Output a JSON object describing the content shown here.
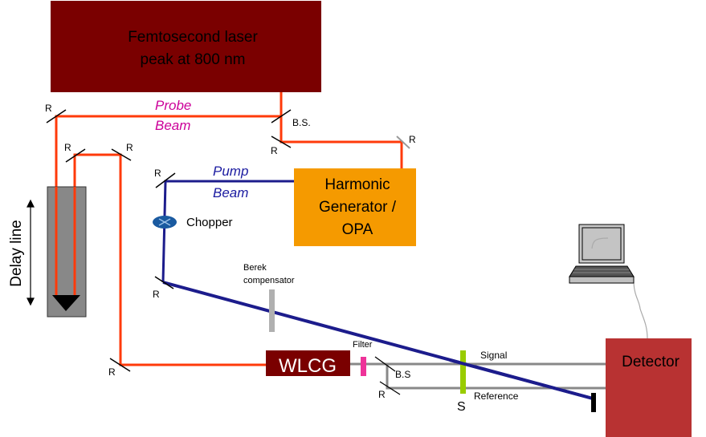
{
  "colors": {
    "laser_box": "#7a0000",
    "probe_beam": "#ff3a0a",
    "pump_beam": "#1c1c8c",
    "white_light": "#888888",
    "opa_box": "#f59a00",
    "wlcg_box": "#7a0000",
    "detector_box": "#b83232",
    "delay_stage": "#888888",
    "filter": "#ee3399",
    "sample": "#99cc00",
    "berek": "#b0b0b0",
    "probe_label": "#cc0099",
    "pump_label": "#1a1aa0",
    "chopper": "#1a5aa0",
    "mirror": "#000000",
    "gray_mirror": "#999999",
    "beam_dump": "#000000"
  },
  "components": {
    "laser": {
      "line1": "Femtosecond laser",
      "line2": "peak at 800 nm"
    },
    "opa": {
      "line1": "Harmonic",
      "line2": "Generator /",
      "line3": "OPA"
    },
    "wlcg": {
      "label": "WLCG"
    },
    "detector": {
      "label": "Detector"
    },
    "delay_line": {
      "label": "Delay line"
    },
    "chopper": {
      "label": "Chopper"
    },
    "berek": {
      "line1": "Berek",
      "line2": "compensator"
    },
    "filter": {
      "label": "Filter"
    },
    "sample": {
      "label": "S"
    }
  },
  "beams": {
    "probe": {
      "line1": "Probe",
      "line2": "Beam"
    },
    "pump": {
      "line1": "Pump",
      "line2": "Beam"
    },
    "signal": "Signal",
    "reference": "Reference"
  },
  "optics": {
    "mirror_label": "R",
    "beam_splitter_label": "B.S.",
    "beam_splitter_label_2": "B.S"
  }
}
